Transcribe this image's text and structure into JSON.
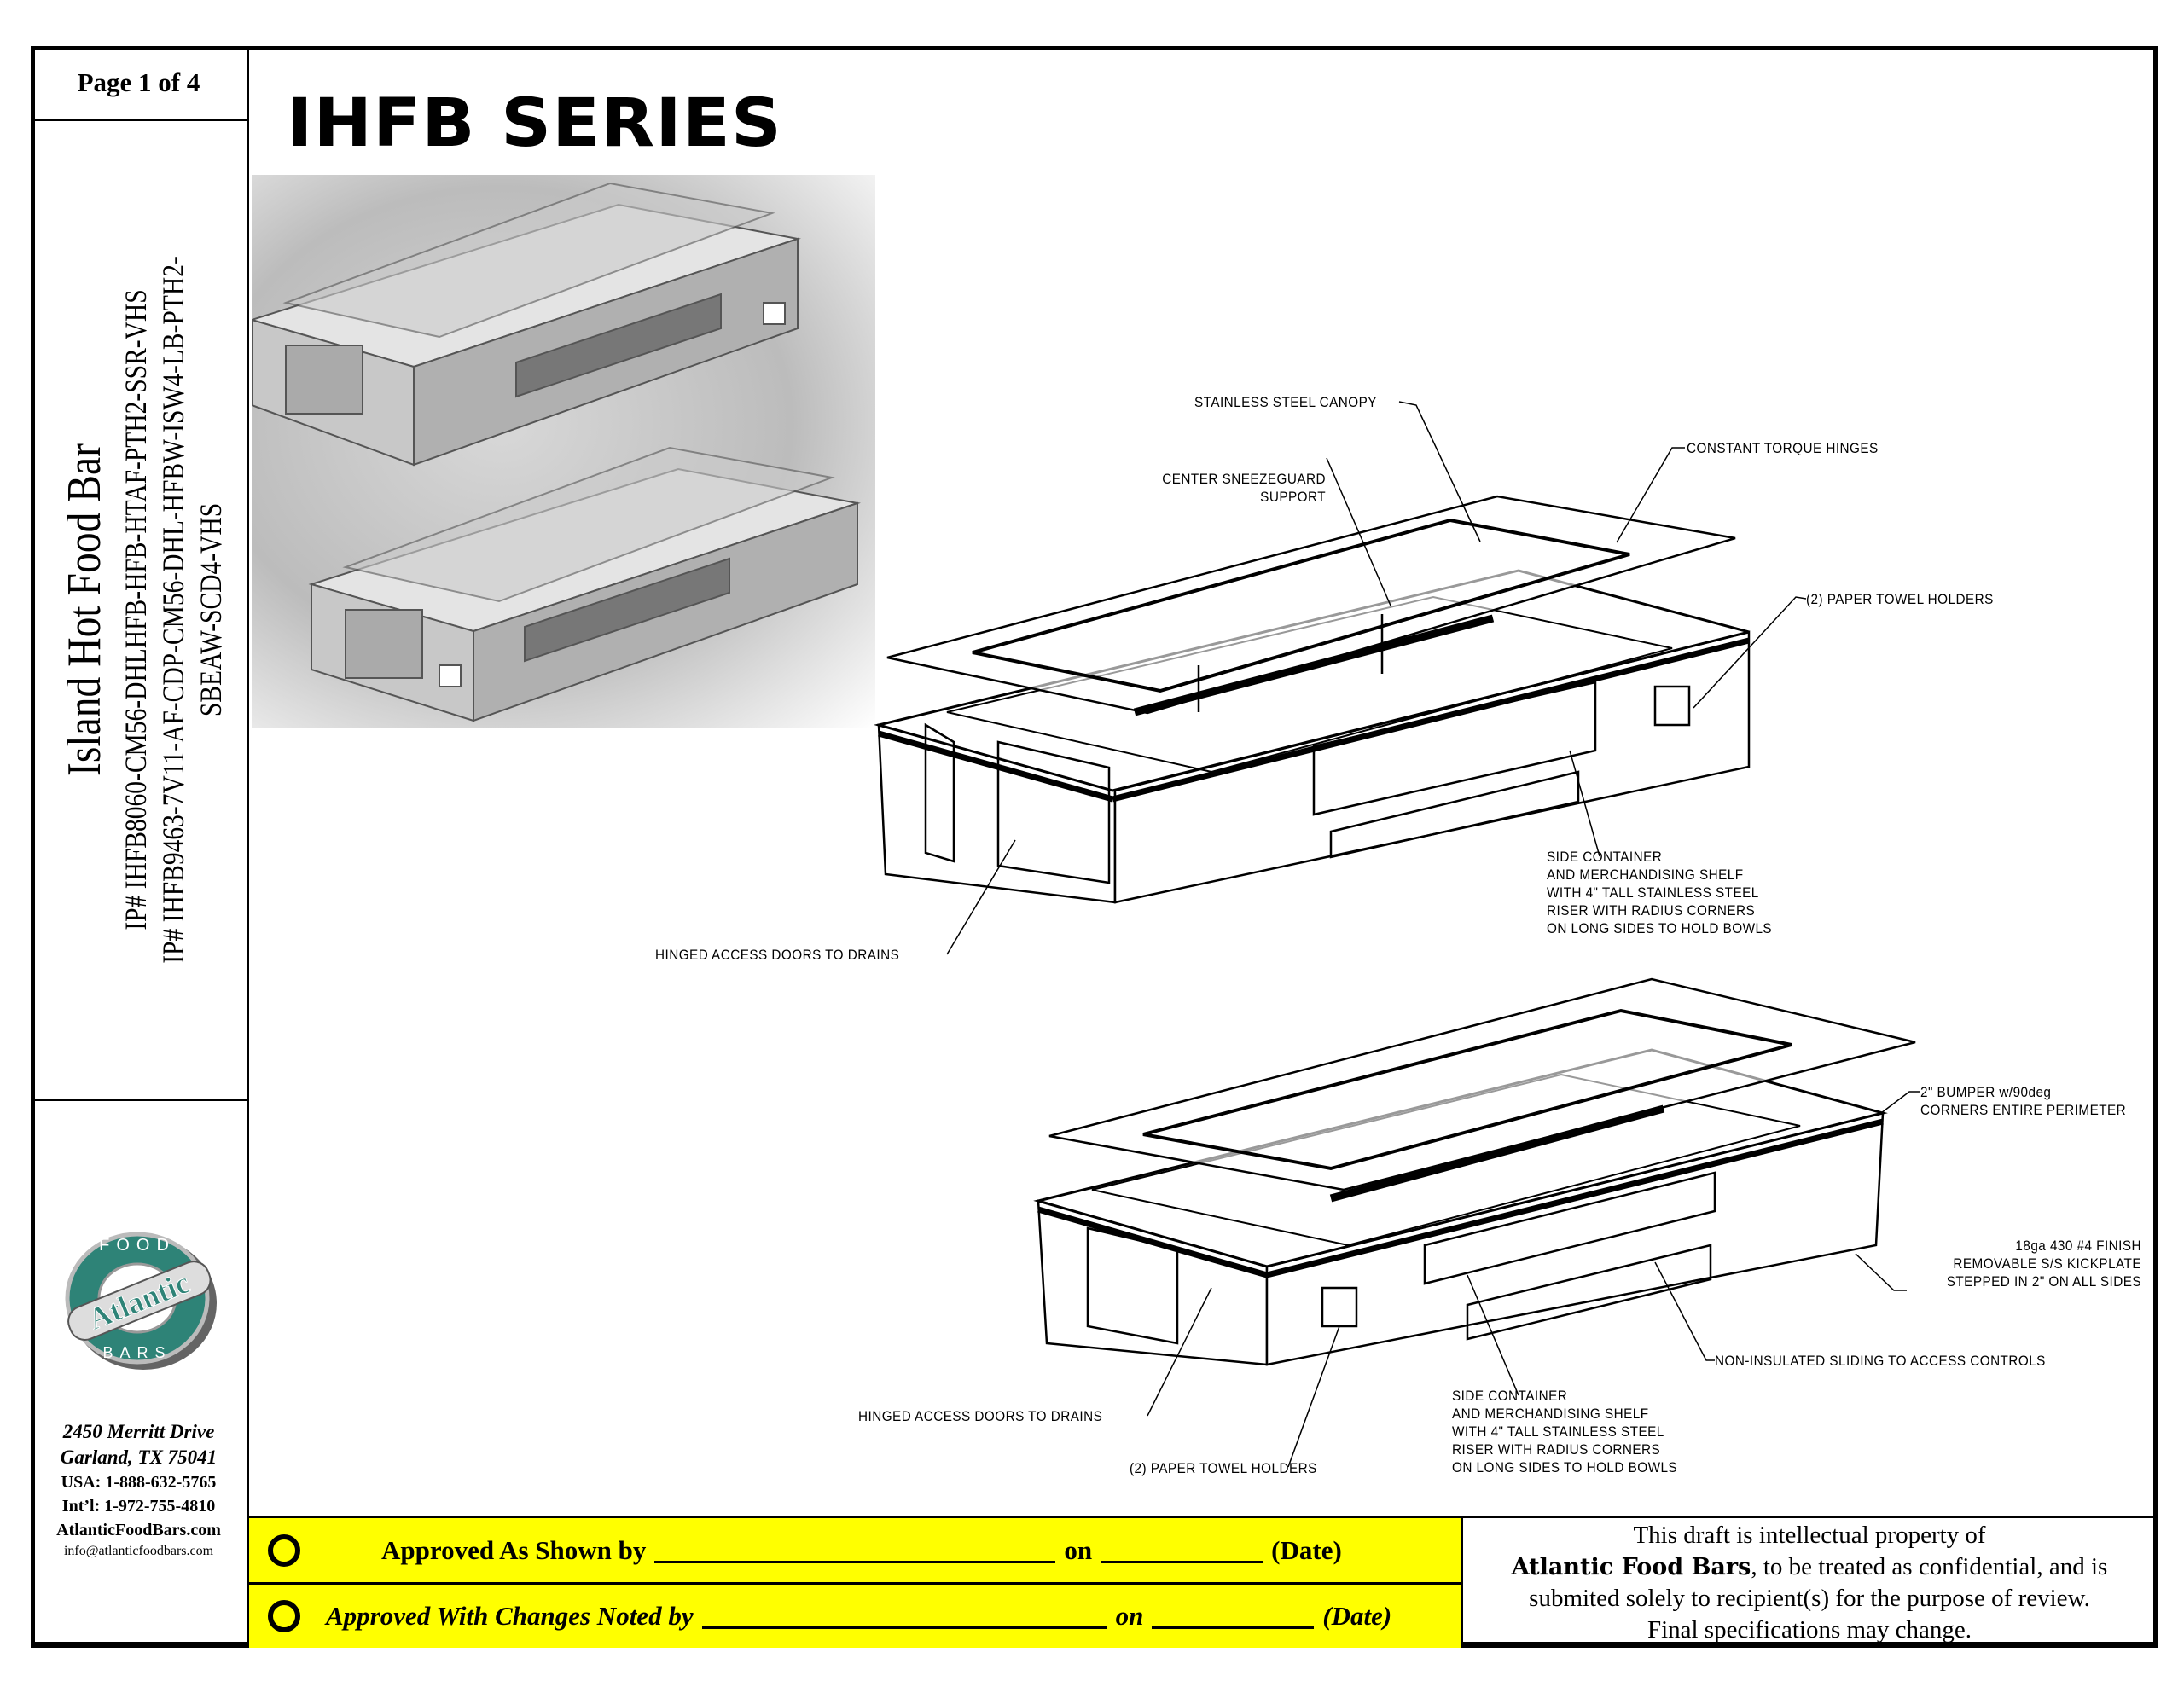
{
  "page_label": "Page 1 of 4",
  "sidebar": {
    "title": "Island Hot Food Bar",
    "ip_line_1": "IP# IHFB8060-CM56-DHLHFB-HFB-HTAF-PTH2-SSR-VHS",
    "ip_line_2": "IP# IHFB9463-7V11-AF-CDP-CM56-DHL-HFBW-ISW4-LB-PTH2-",
    "ip_line_3": "SBEAW-SCD4-VHS",
    "logo_text": "Atlantic FOOD BARS",
    "address_1": "2450 Merritt Drive",
    "address_2": "Garland, TX 75041",
    "phone_usa": "USA: 1-888-632-5765",
    "phone_intl": "Int’l: 1-972-755-4810",
    "website": "AtlanticFoodBars.com",
    "email": "info@atlanticfoodbars.com"
  },
  "title": "IHFB SERIES",
  "drawing_1_labels": {
    "canopy": "STAINLESS STEEL CANOPY",
    "sneezeguard_1": "CENTER SNEEZEGUARD",
    "sneezeguard_2": "SUPPORT",
    "hinges": "CONSTANT TORQUE HINGES",
    "towel": "(2)  PAPER TOWEL HOLDERS",
    "side_1": "SIDE CONTAINER",
    "side_2": "AND MERCHANDISING SHELF",
    "side_3": "WITH 4\" TALL STAINLESS STEEL",
    "side_4": "RISER WITH RADIUS CORNERS",
    "side_5": "ON LONG SIDES TO HOLD BOWLS",
    "doors": "HINGED ACCESS DOORS TO DRAINS"
  },
  "drawing_2_labels": {
    "bumper_1": "2\" BUMPER w/90deg",
    "bumper_2": "CORNERS ENTIRE PERIMETER",
    "finish_1": "18ga 430 #4 FINISH",
    "finish_2": "REMOVABLE S/S KICKPLATE",
    "finish_3": "STEPPED IN 2\" ON ALL SIDES",
    "sliding": "NON-INSULATED SLIDING TO ACCESS CONTROLS",
    "doors": "HINGED ACCESS DOORS TO DRAINS",
    "side_1": "SIDE CONTAINER",
    "side_2": "AND MERCHANDISING SHELF",
    "side_3": "WITH 4\" TALL STAINLESS STEEL",
    "side_4": "RISER WITH RADIUS CORNERS",
    "side_5": "ON LONG SIDES TO HOLD BOWLS",
    "towel": "(2)  PAPER TOWEL HOLDERS"
  },
  "approval": {
    "row1_label": "Approved As Shown by",
    "row1_on": "on",
    "row1_date": "(Date)",
    "row2_label": "Approved With Changes Noted by",
    "row2_on": "on",
    "row2_date": "(Date)"
  },
  "notice": {
    "line1": "This draft is intellectual property of",
    "brand": "Atlantic Food Bars",
    "line2_rest": ", to be treated as confidential, and is",
    "line3": "submited solely to recipient(s) for the purpose of review.",
    "line4": "Final specifications may change."
  },
  "colors": {
    "approval_bg": "#ffff00",
    "logo_teal": "#2e8377"
  }
}
